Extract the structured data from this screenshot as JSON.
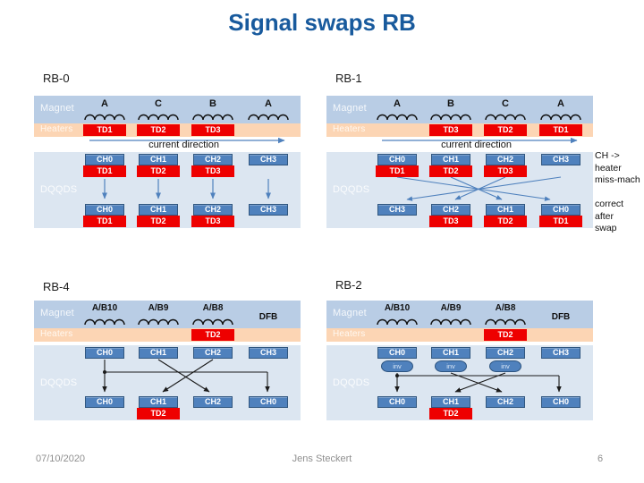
{
  "slide": {
    "title": "Signal swaps RB",
    "footer": {
      "date": "07/10/2020",
      "author": "Jens Steckert",
      "page": "6"
    }
  },
  "labels": {
    "magnet": "Magnet",
    "heaters": "Heaters",
    "dqqds": "DQQDS",
    "current_direction": "current direction",
    "inv": "inv"
  },
  "annotations": {
    "mismatch": "CH -> heater\nmiss-mach",
    "correct": "correct after\nswap"
  },
  "colors": {
    "title": "#185a9d",
    "magnet_row_bg": "#b9cde5",
    "heater_row_bg": "#fcd5b4",
    "dqqds_bg": "#dce6f1",
    "channel_box": "#4f81bd",
    "heater_box": "#ee0000",
    "upper_arrows": "#4f81bd",
    "lower_arrows": "#1a1a1a"
  },
  "panels": [
    {
      "name": "RB-0",
      "magnets": [
        "A",
        "C",
        "B",
        "A"
      ],
      "heaters": [
        "TD1",
        "TD2",
        "TD3",
        ""
      ],
      "top": [
        [
          "CH0",
          "TD1"
        ],
        [
          "CH1",
          "TD2"
        ],
        [
          "CH2",
          "TD3"
        ],
        [
          "CH3",
          ""
        ]
      ],
      "bottom": [
        [
          "CH0",
          "TD1"
        ],
        [
          "CH1",
          "TD2"
        ],
        [
          "CH2",
          "TD3"
        ],
        [
          "CH3",
          ""
        ]
      ],
      "connections": [
        [
          0,
          0
        ],
        [
          1,
          1
        ],
        [
          2,
          2
        ],
        [
          3,
          3
        ]
      ]
    },
    {
      "name": "RB-1",
      "magnets": [
        "A",
        "B",
        "C",
        "A"
      ],
      "heaters": [
        "",
        "TD3",
        "TD2",
        "TD1"
      ],
      "top": [
        [
          "CH0",
          "TD1"
        ],
        [
          "CH1",
          "TD2"
        ],
        [
          "CH2",
          "TD3"
        ],
        [
          "CH3",
          ""
        ]
      ],
      "bottom": [
        [
          "CH3",
          ""
        ],
        [
          "CH2",
          "TD3"
        ],
        [
          "CH1",
          "TD2"
        ],
        [
          "CH0",
          "TD1"
        ]
      ],
      "connections": [
        [
          0,
          3
        ],
        [
          1,
          2
        ],
        [
          2,
          1
        ],
        [
          3,
          0
        ]
      ]
    },
    {
      "name": "RB-4",
      "magnets": [
        "A/B10",
        "A/B9",
        "A/B8",
        "DFB"
      ],
      "heaters": [
        "",
        "",
        "TD2",
        ""
      ],
      "top": [
        [
          "CH0",
          ""
        ],
        [
          "CH1",
          ""
        ],
        [
          "CH2",
          ""
        ],
        [
          "CH3",
          ""
        ]
      ],
      "bottom": [
        [
          "CH0",
          ""
        ],
        [
          "CH1",
          "TD2"
        ],
        [
          "CH2",
          ""
        ],
        [
          "CH0",
          ""
        ]
      ],
      "connections": [
        [
          0,
          0
        ],
        [
          0,
          3
        ],
        [
          1,
          2
        ],
        [
          2,
          1
        ]
      ]
    },
    {
      "name": "RB-2",
      "magnets": [
        "A/B10",
        "A/B9",
        "A/B8",
        "DFB"
      ],
      "heaters": [
        "",
        "",
        "TD2",
        ""
      ],
      "top": [
        [
          "CH0",
          ""
        ],
        [
          "CH1",
          ""
        ],
        [
          "CH2",
          ""
        ],
        [
          "CH3",
          ""
        ]
      ],
      "inverted_badges": [
        "inv",
        "inv",
        "inv"
      ],
      "bottom": [
        [
          "CH0",
          ""
        ],
        [
          "CH1",
          "TD2"
        ],
        [
          "CH2",
          ""
        ],
        [
          "CH0",
          ""
        ]
      ],
      "connections": [
        [
          0,
          0
        ],
        [
          0,
          3
        ],
        [
          1,
          2
        ],
        [
          2,
          1
        ]
      ]
    }
  ]
}
